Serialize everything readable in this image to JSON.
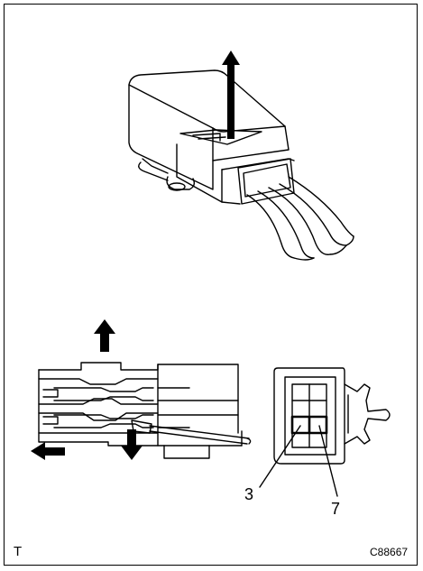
{
  "labels": {
    "pin_a": "3",
    "pin_b": "7",
    "corner_mark": "T",
    "figure_id": "C88667"
  },
  "colors": {
    "line": "#000000",
    "background": "#ffffff"
  },
  "icons": {
    "top_arrow": "arrow-up-icon",
    "side_up_arrow": "arrow-up-icon",
    "side_left_arrow": "arrow-left-icon",
    "side_down_arrow": "arrow-down-icon"
  }
}
